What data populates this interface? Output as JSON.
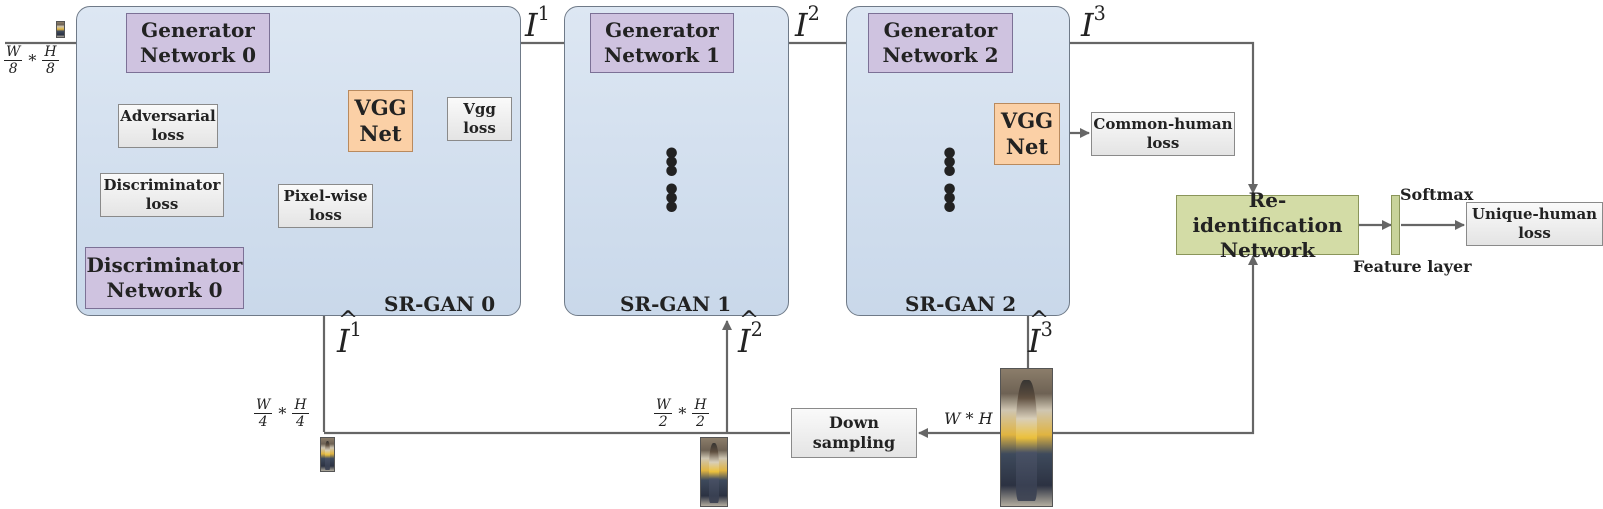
{
  "panels": [
    {
      "label": "SR-GAN 0"
    },
    {
      "label": "SR-GAN 1"
    },
    {
      "label": "SR-GAN 2"
    }
  ],
  "generators": [
    "Generator\nNetwork 0",
    "Generator\nNetwork 1",
    "Generator\nNetwork 2"
  ],
  "discriminator": "Discriminator\nNetwork 0",
  "vgg_net": "VGG\nNet",
  "losses": {
    "adversarial": "Adversarial\nloss",
    "discriminator": "Discriminator\nloss",
    "pixel_wise": "Pixel-wise\nloss",
    "vgg": "Vgg\nloss",
    "common_human": "Common-human\nloss",
    "unique_human": "Unique-human\nloss"
  },
  "reid": "Re-identification\nNetwork",
  "softmax": "Softmax",
  "feature_layer": "Feature layer",
  "down_sampling": "Down\nsampling",
  "math": {
    "I": "I",
    "sup1": "1",
    "sup2": "2",
    "sup3": "3",
    "W": "W",
    "H": "H",
    "times": "*",
    "d8": "8",
    "d4": "4",
    "d2": "2",
    "wh": "W * H"
  },
  "colors": {
    "panel": "#d6e2f0",
    "generator": "#cfc3e0",
    "vgg": "#fbd0a6",
    "reid": "#d3dca6",
    "arrow": "#666666"
  }
}
